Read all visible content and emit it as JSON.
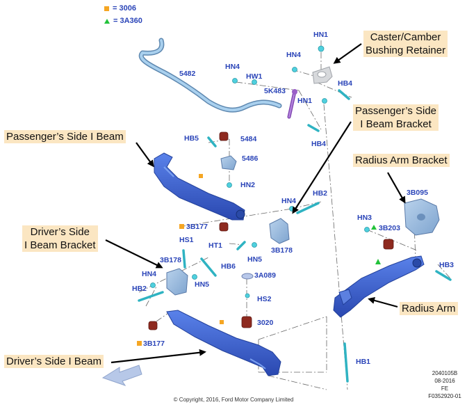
{
  "legend": [
    {
      "symbol": "orange-square",
      "color": "#f5a623",
      "text": "= 3006"
    },
    {
      "symbol": "green-triangle",
      "color": "#22c23a",
      "text": "= 3A360"
    }
  ],
  "callouts": {
    "caster_camber": [
      "Caster/Camber",
      "Bushing Retainer"
    ],
    "passenger_bracket": [
      "Passenger’s Side",
      "I Beam Bracket"
    ],
    "passenger_beam": [
      "Passenger’s Side I Beam"
    ],
    "radius_arm_bracket": [
      "Radius Arm Bracket"
    ],
    "driver_bracket": [
      "Driver’s Side",
      "I Beam Bracket"
    ],
    "radius_arm": [
      "Radius Arm"
    ],
    "driver_beam": [
      "Driver’s Side I Beam"
    ]
  },
  "part_codes": {
    "hn1_top": "HN1",
    "hn4_top": "HN4",
    "hn4_mid": "HN4",
    "hw1": "HW1",
    "p5482": "5482",
    "p5k483": "5K483",
    "hn1_mid": "HN1",
    "hb4_right": "HB4",
    "hb5": "HB5",
    "p5484": "5484",
    "hb4_low": "HB4",
    "p5486": "5486",
    "hn2": "HN2",
    "hn4_pbr": "HN4",
    "hb2_pbr": "HB2",
    "p3b177_top": "3B177",
    "ht1": "HT1",
    "p3b178_pbr": "3B178",
    "hn5_pbr": "HN5",
    "p3b095": "3B095",
    "hn3": "HN3",
    "p3b203": "3B203",
    "hb3": "HB3",
    "hs1": "HS1",
    "p3b178_dbr": "3B178",
    "hb6": "HB6",
    "hn4_dbr": "HN4",
    "hn5_dbr": "HN5",
    "p3a089": "3A089",
    "hb2_dbr": "HB2",
    "hs2": "HS2",
    "p3020": "3020",
    "p3b177_low": "3B177",
    "hb1": "HB1"
  },
  "figure_meta": [
    "2040105B",
    "08-2016",
    "FE",
    "F0352920-01"
  ],
  "copyright": "© Copyright, 2016, Ford Motor Company Limited",
  "colors": {
    "beam_blue": "#3a64d6",
    "beam_dark": "#2a4aa8",
    "bar_blue": "#9ec6e6",
    "bracket_light": "#9ebedd",
    "retainer_gray": "#d7d9dc",
    "bushing_red": "#8e2a1f",
    "hardware_cyan": "#4fd0de",
    "link_purple": "#9a5fc8",
    "label_blue": "#2a44b8",
    "callout_bg": "#fbe6c2"
  }
}
